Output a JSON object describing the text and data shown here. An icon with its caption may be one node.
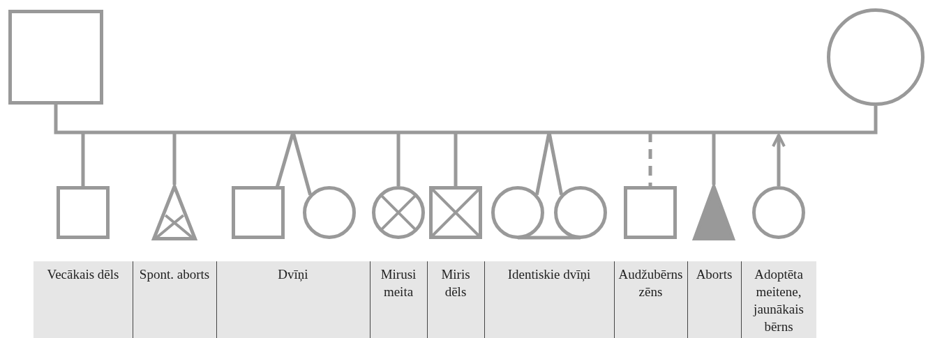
{
  "diagram": {
    "nodes": [
      {
        "text": [],
        "shape": "box"
      },
      {
        "text": [],
        "shape": "circle"
      },
      {
        "text": [],
        "shape": "box"
      },
      {
        "text": [],
        "shape": "triangle"
      },
      {
        "text": [],
        "shape": "box"
      },
      {
        "text": [],
        "shape": "circle"
      },
      {
        "text": [],
        "shape": "circle"
      },
      {
        "text": [],
        "shape": "box"
      },
      {
        "text": [],
        "shape": "circle"
      },
      {
        "text": [],
        "shape": "circle"
      },
      {
        "text": [],
        "shape": "box"
      },
      {
        "text": [],
        "shape": "triangle"
      },
      {
        "text": [],
        "shape": "circle"
      }
    ],
    "edges": [
      {
        "from": 0,
        "to": 1,
        "arrow": "none"
      },
      {
        "from": null,
        "to": 2,
        "arrow": "none"
      },
      {
        "from": null,
        "to": 3,
        "arrow": "none"
      },
      {
        "from": null,
        "to": 4,
        "arrow": "none"
      },
      {
        "from": null,
        "to": 5,
        "arrow": "none"
      },
      {
        "from": null,
        "to": 6,
        "arrow": "none"
      },
      {
        "from": null,
        "to": 7,
        "arrow": "none"
      },
      {
        "from": null,
        "to": 8,
        "arrow": "none"
      },
      {
        "from": null,
        "to": 9,
        "arrow": "none"
      },
      {
        "from": 8,
        "to": 9,
        "arrow": "none"
      },
      {
        "from": null,
        "to": 10,
        "arrow": "none",
        "style": "dashed"
      },
      {
        "from": null,
        "to": 11,
        "arrow": "none"
      },
      {
        "from": 12,
        "to": null,
        "arrow": "to"
      }
    ],
    "labels": [
      "Vecākais dēls",
      "Spont. aborts",
      "Dvīņi",
      "Mirusi meita",
      "Miris dēls",
      "Identiskie dvīņi",
      "Audžubērns zēns",
      "Aborts",
      "Adoptēta meitene, jaunākais bērns"
    ]
  }
}
